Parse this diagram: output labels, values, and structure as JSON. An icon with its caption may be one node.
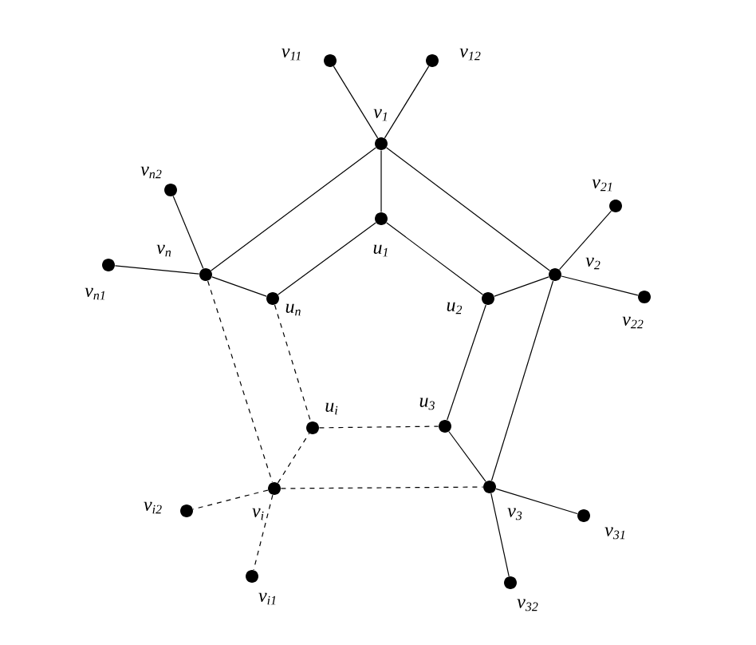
{
  "diagram": {
    "nodes": [
      {
        "text": [],
        "shape": "circle",
        "beside": [
          "v$_{11}$"
        ]
      },
      {
        "text": [],
        "shape": "circle",
        "beside": [
          "v$_{12}$"
        ]
      },
      {
        "text": [],
        "shape": "circle",
        "beside": [
          "v$_{1}$"
        ]
      },
      {
        "text": [],
        "shape": "circle",
        "beside": [
          "v$_{n2}$"
        ]
      },
      {
        "text": [],
        "shape": "circle",
        "beside": [
          "u$_{1}$"
        ]
      },
      {
        "text": [],
        "shape": "circle",
        "beside": [
          "v$_{21}$"
        ]
      },
      {
        "text": [],
        "shape": "circle",
        "beside": [
          "v$_{n1}$"
        ]
      },
      {
        "text": [],
        "shape": "circle",
        "beside": [
          "v$_{n}$"
        ]
      },
      {
        "text": [],
        "shape": "circle",
        "beside": [
          "u$_{n}$"
        ]
      },
      {
        "text": [],
        "shape": "circle",
        "beside": [
          "v$_{2}$"
        ]
      },
      {
        "text": [],
        "shape": "circle",
        "beside": [
          "u$_{2}$"
        ]
      },
      {
        "text": [],
        "shape": "circle",
        "beside": [
          "v$_{22}$"
        ]
      },
      {
        "text": [],
        "shape": "circle",
        "beside": [
          "u$_{i}$"
        ]
      },
      {
        "text": [],
        "shape": "circle",
        "beside": [
          "u$_{3}$"
        ]
      },
      {
        "text": [],
        "shape": "circle",
        "beside": [
          "v$_{i2}$"
        ]
      },
      {
        "text": [],
        "shape": "circle",
        "beside": [
          "v$_{i}$"
        ]
      },
      {
        "text": [],
        "shape": "circle",
        "beside": [
          "v$_{3}$"
        ]
      },
      {
        "text": [],
        "shape": "circle",
        "beside": [
          "v$_{31}$"
        ]
      },
      {
        "text": [],
        "shape": "circle",
        "beside": [
          "v$_{i1}$"
        ]
      },
      {
        "text": [],
        "shape": "circle",
        "beside": [
          "v$_{32}$"
        ]
      }
    ],
    "edges": [
      {
        "from": 2,
        "to": 0,
        "arrow": "none"
      },
      {
        "from": 2,
        "to": 1,
        "arrow": "none"
      },
      {
        "from": 2,
        "to": 4,
        "arrow": "none"
      },
      {
        "from": 2,
        "to": 7,
        "arrow": "none"
      },
      {
        "from": 2,
        "to": 9,
        "arrow": "none"
      },
      {
        "from": 4,
        "to": 8,
        "arrow": "none"
      },
      {
        "from": 4,
        "to": 10,
        "arrow": "none"
      },
      {
        "from": 7,
        "to": 3,
        "arrow": "none"
      },
      {
        "from": 7,
        "to": 6,
        "arrow": "none"
      },
      {
        "from": 7,
        "to": 8,
        "arrow": "none"
      },
      {
        "from": 9,
        "to": 5,
        "arrow": "none"
      },
      {
        "from": 9,
        "to": 11,
        "arrow": "none"
      },
      {
        "from": 9,
        "to": 10,
        "arrow": "none"
      },
      {
        "from": 9,
        "to": 16,
        "arrow": "none"
      },
      {
        "from": 10,
        "to": 13,
        "arrow": "none"
      },
      {
        "from": 13,
        "to": 16,
        "arrow": "none"
      },
      {
        "from": 16,
        "to": 17,
        "arrow": "none"
      },
      {
        "from": 16,
        "to": 19,
        "arrow": "none"
      },
      {
        "from": 7,
        "to": 15,
        "arrow": "none",
        "style": "dashed"
      },
      {
        "from": 8,
        "to": 12,
        "arrow": "none",
        "style": "dashed"
      },
      {
        "from": 12,
        "to": 13,
        "arrow": "none",
        "style": "dashed"
      },
      {
        "from": 15,
        "to": 12,
        "arrow": "none",
        "style": "dashed"
      },
      {
        "from": 15,
        "to": 16,
        "arrow": "none",
        "style": "dashed"
      },
      {
        "from": 15,
        "to": 14,
        "arrow": "none",
        "style": "dashed"
      },
      {
        "from": 15,
        "to": 18,
        "arrow": "none",
        "style": "dashed"
      }
    ]
  }
}
